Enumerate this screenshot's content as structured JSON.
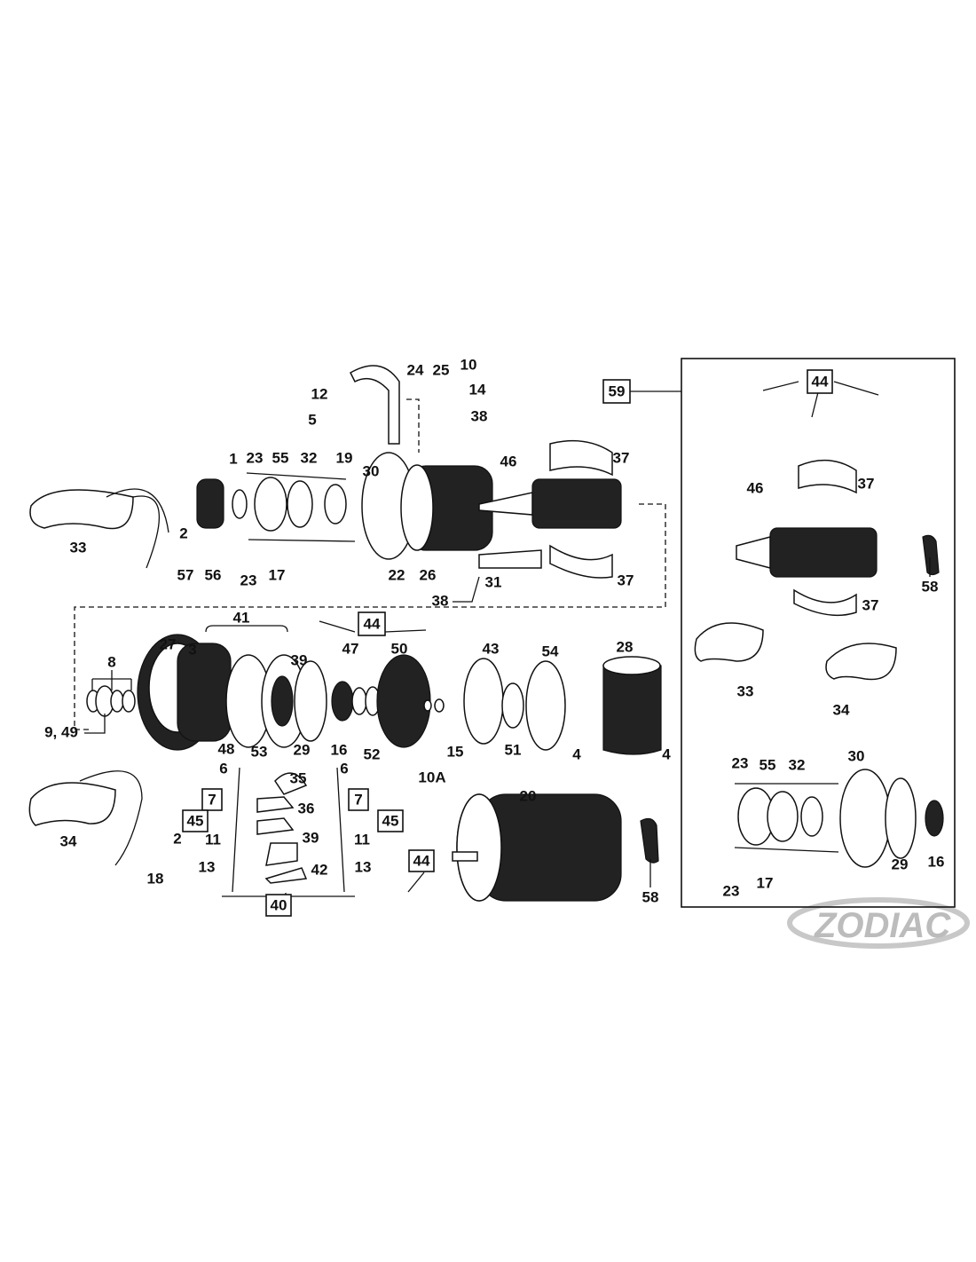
{
  "diagram": {
    "title_box_label": "59",
    "logo_text": "ZODIAC",
    "callouts": [
      {
        "text": "24"
      },
      {
        "text": "25"
      },
      {
        "text": "10"
      },
      {
        "text": "12"
      },
      {
        "text": "14"
      },
      {
        "text": "5"
      },
      {
        "text": "38"
      },
      {
        "text": "1"
      },
      {
        "text": "23"
      },
      {
        "text": "55"
      },
      {
        "text": "32"
      },
      {
        "text": "19"
      },
      {
        "text": "30"
      },
      {
        "text": "46"
      },
      {
        "text": "37"
      },
      {
        "text": "33"
      },
      {
        "text": "2"
      },
      {
        "text": "57"
      },
      {
        "text": "56"
      },
      {
        "text": "23"
      },
      {
        "text": "17"
      },
      {
        "text": "26"
      },
      {
        "text": "22"
      },
      {
        "text": "31"
      },
      {
        "text": "37"
      },
      {
        "text": "38"
      },
      {
        "text": "41"
      },
      {
        "text": "3"
      },
      {
        "text": "39"
      },
      {
        "text": "27"
      },
      {
        "text": "47"
      },
      {
        "text": "50"
      },
      {
        "text": "43"
      },
      {
        "text": "54"
      },
      {
        "text": "28"
      },
      {
        "text": "8"
      },
      {
        "text": "9, 49"
      },
      {
        "text": "48"
      },
      {
        "text": "53"
      },
      {
        "text": "29"
      },
      {
        "text": "16"
      },
      {
        "text": "52"
      },
      {
        "text": "15"
      },
      {
        "text": "10A"
      },
      {
        "text": "51"
      },
      {
        "text": "4"
      },
      {
        "text": "4"
      },
      {
        "text": "6"
      },
      {
        "text": "35"
      },
      {
        "text": "6"
      },
      {
        "text": "36"
      },
      {
        "text": "34"
      },
      {
        "text": "2"
      },
      {
        "text": "11"
      },
      {
        "text": "39"
      },
      {
        "text": "11"
      },
      {
        "text": "13"
      },
      {
        "text": "13"
      },
      {
        "text": "42"
      },
      {
        "text": "18"
      },
      {
        "text": "20"
      },
      {
        "text": "58"
      },
      {
        "text": "37"
      },
      {
        "text": "46"
      },
      {
        "text": "58"
      },
      {
        "text": "37"
      },
      {
        "text": "33"
      },
      {
        "text": "34"
      },
      {
        "text": "23"
      },
      {
        "text": "55"
      },
      {
        "text": "32"
      },
      {
        "text": "30"
      },
      {
        "text": "29"
      },
      {
        "text": "16"
      },
      {
        "text": "17"
      },
      {
        "text": "23"
      }
    ],
    "boxed_callouts": [
      {
        "text": "44"
      },
      {
        "text": "7"
      },
      {
        "text": "7"
      },
      {
        "text": "45"
      },
      {
        "text": "45"
      },
      {
        "text": "40"
      },
      {
        "text": "44"
      },
      {
        "text": "44"
      }
    ]
  }
}
